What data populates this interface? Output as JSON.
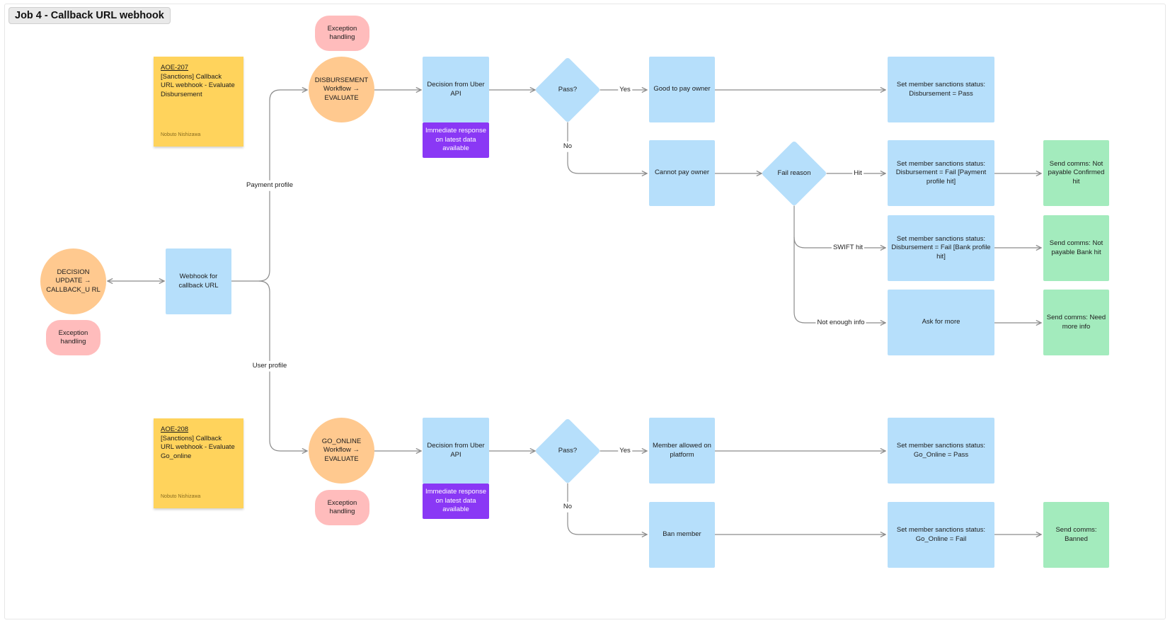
{
  "title": "Job 4 - Callback URL webhook",
  "colors": {
    "process": "#b6dffb",
    "outcome": "#a3ebbd",
    "note": "#8a38f5",
    "workflow": "#ffc98f",
    "exception": "#ffbcbc",
    "sticky": "#ffd35c",
    "connector": "#8c8c8c"
  },
  "nodes": {
    "decision_update": "DECISION UPDATE → CALLBACK_U RL",
    "exception_start": "Exception handling",
    "webhook": "Webhook for callback URL",
    "disbursement_workflow": "DISBURSEMENT Workflow → EVALUATE",
    "exception_disbursement": "Exception handling",
    "decision_api_1": "Decision from Uber API",
    "immediate_response_1": "Immediate response on latest data available",
    "pass_1": "Pass?",
    "good_to_pay": "Good to pay owner",
    "status_disb_pass": "Set member sanctions status: Disbursement = Pass",
    "cannot_pay": "Cannot pay owner",
    "fail_reason": "Fail reason",
    "status_payment_hit": "Set member sanctions status: Disbursement = Fail [Payment profile hit]",
    "comms_confirmed_hit": "Send comms: Not payable Confirmed hit",
    "status_bank_hit": "Set member sanctions status: Disbursement = Fail [Bank profile hit]",
    "comms_bank_hit": "Send comms: Not payable Bank hit",
    "ask_more": "Ask for more",
    "comms_more_info": "Send comms: Need more info",
    "go_online_workflow": "GO_ONLINE Workflow → EVALUATE",
    "exception_go_online": "Exception handling",
    "decision_api_2": "Decision from Uber API",
    "immediate_response_2": "Immediate response on latest data available",
    "pass_2": "Pass?",
    "member_allowed": "Member allowed on platform",
    "status_go_pass": "Set member sanctions status: Go_Online = Pass",
    "ban_member": "Ban member",
    "status_go_fail": "Set member sanctions status: Go_Online = Fail",
    "comms_banned": "Send comms: Banned"
  },
  "stickies": {
    "aoe207": {
      "ticket": "AOE-207",
      "text": "[Sanctions] Callback URL webhook - Evaluate Disbursement",
      "author": "Nobuto Nishizawa"
    },
    "aoe208": {
      "ticket": "AOE-208",
      "text": "[Sanctions] Callback URL webhook - Evaluate Go_online",
      "author": "Nobuto Nishizawa"
    }
  },
  "edge_labels": {
    "payment_profile": "Payment profile",
    "user_profile": "User profile",
    "yes_1": "Yes",
    "no_1": "No",
    "hit": "Hit",
    "swift_hit": "SWIFT hit",
    "not_enough_info": "Not enough info",
    "yes_2": "Yes",
    "no_2": "No"
  }
}
